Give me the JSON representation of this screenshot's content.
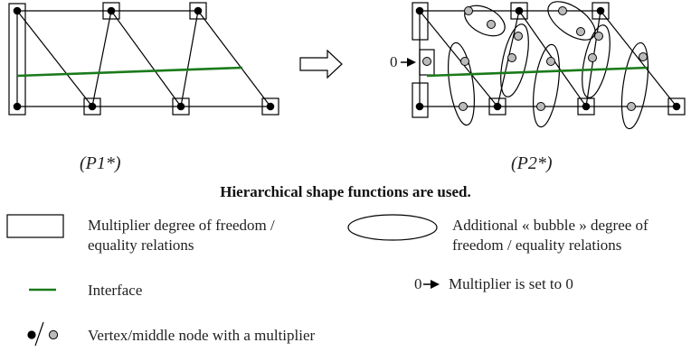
{
  "panels": {
    "left_caption": "(P1*)",
    "right_caption": "(P2*)",
    "zero_marker": "0"
  },
  "heading": "Hierarchical shape functions are used.",
  "legend": {
    "multiplier_label_1": "Multiplier degree of freedom /",
    "multiplier_label_2": "equality relations",
    "bubble_label_1": "Additional « bubble » degree of",
    "bubble_label_2": "freedom / equality relations",
    "interface_label": "Interface",
    "zero_symbol": "0",
    "zero_label": "Multiplier is set to 0",
    "node_label": "Vertex/middle node with a multiplier"
  },
  "colors": {
    "interface": "#1a7a1a",
    "vertex_node": "#000000",
    "middle_node": "#bbbbbb"
  }
}
